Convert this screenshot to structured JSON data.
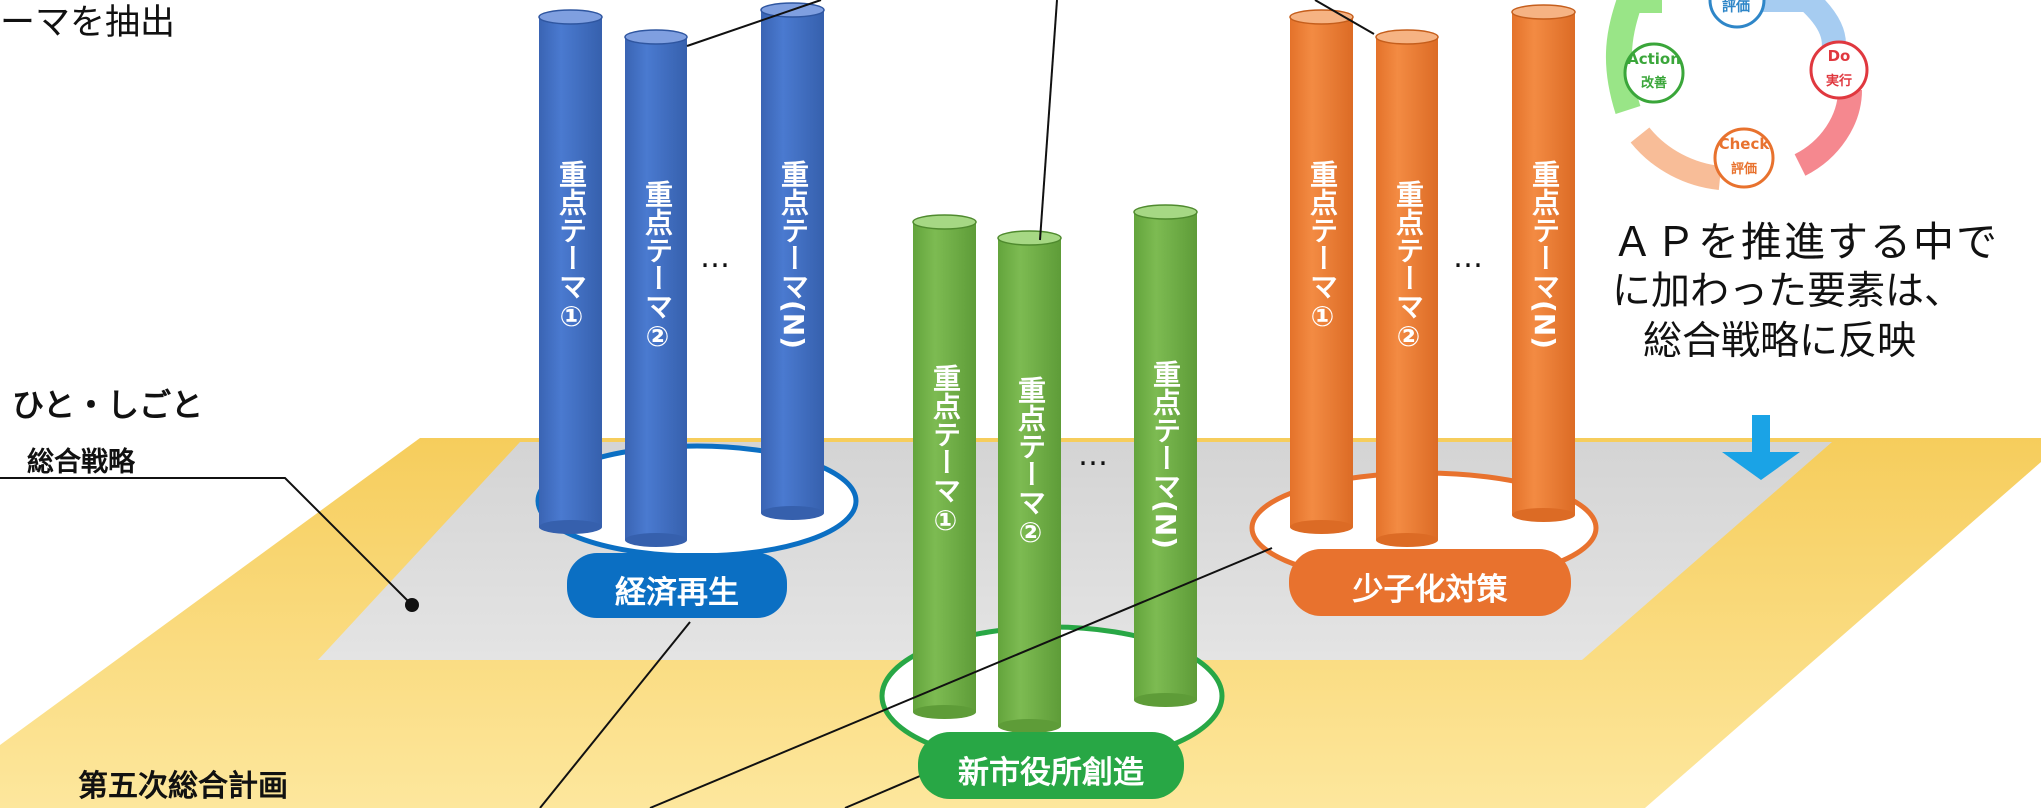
{
  "top_left_text": "ーマを抽出",
  "hito_shigoto_line1": "ひと・しごと",
  "hito_shigoto_line2": "総合戦略",
  "master_plan_label": "第五次総合計画",
  "pillars": [
    {
      "name": "経済再生",
      "color": "#4472c4",
      "badge_color": "#0b6fc3"
    },
    {
      "name": "新市役所創造",
      "color": "#70ad47",
      "badge_color": "#28a745"
    },
    {
      "name": "少子化対策",
      "color": "#ed7d31",
      "badge_color": "#e8722e"
    }
  ],
  "column_texts": {
    "theme1": "重点テーマ①",
    "theme2": "重点テーマ②",
    "themeN": "重点テーマ(N)"
  },
  "ellipsis": "…",
  "pdca": {
    "top_label": "評価",
    "action": {
      "en": "Action",
      "jp": "改善"
    },
    "do": {
      "en": "Do",
      "jp": "実行"
    },
    "check": {
      "en": "Check",
      "jp": "評価"
    }
  },
  "reflect_text": [
    "ＡＰを推進する中で",
    "に加わった要素は、",
    "総合戦略に反映"
  ]
}
